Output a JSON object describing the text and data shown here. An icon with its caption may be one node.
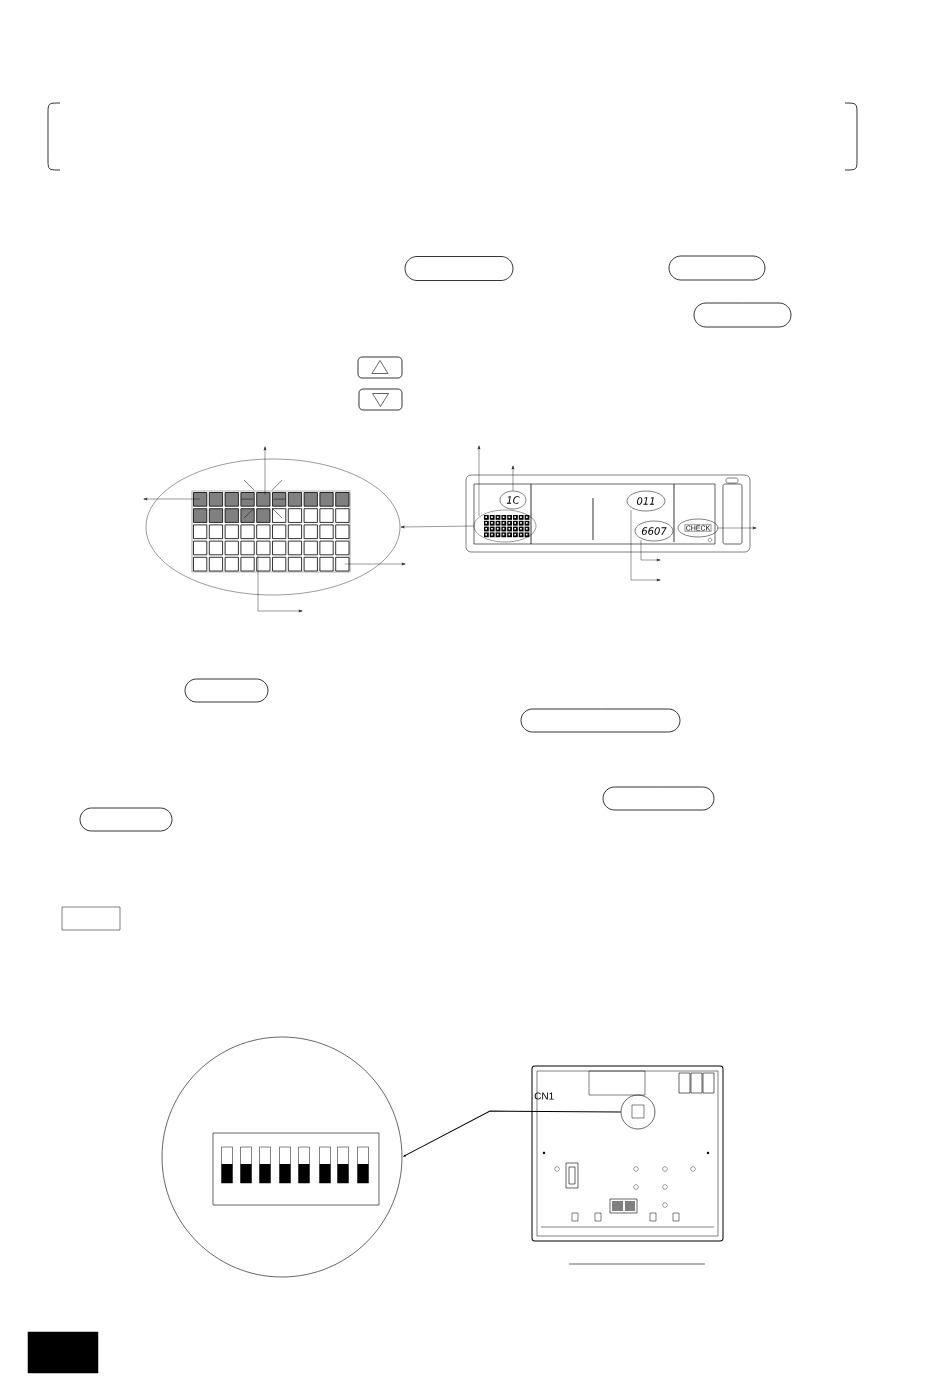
{
  "diagram": {
    "nodes": [
      {
        "text": [],
        "shape": "pill"
      },
      {
        "text": [],
        "shape": "pill"
      },
      {
        "text": [],
        "shape": "pill"
      },
      {
        "text": [],
        "shape": "button"
      },
      {
        "text": [],
        "shape": "button"
      },
      {
        "text": [],
        "shape": "ellipse"
      },
      {
        "text": [],
        "shape": "box"
      },
      {
        "text": [
          "1C"
        ],
        "in": 6
      },
      {
        "text": [],
        "shape": "ellipse",
        "in": 6
      },
      {
        "text": [
          "011"
        ],
        "in": 6
      },
      {
        "text": [
          "6607"
        ],
        "in": 6
      },
      {
        "text": [
          "CHECK"
        ],
        "in": 6
      },
      {
        "text": [],
        "shape": "pill"
      },
      {
        "text": [],
        "shape": "pill"
      },
      {
        "text": [],
        "shape": "pill"
      },
      {
        "text": [],
        "shape": "pill"
      },
      {
        "text": [],
        "shape": "box"
      },
      {
        "text": [],
        "shape": "circle"
      },
      {
        "text": [],
        "shape": "picture"
      },
      {
        "text": [],
        "shape": "circle",
        "in": 18
      },
      {
        "text": [],
        "shape": "box"
      }
    ],
    "edges": [
      {
        "from": 8,
        "to": 5,
        "arrow": "to"
      },
      {
        "from": 5,
        "to": null,
        "arrow": "to"
      },
      {
        "from": 5,
        "to": null,
        "arrow": "to"
      },
      {
        "from": 5,
        "to": null,
        "arrow": "to"
      },
      {
        "from": 5,
        "to": null,
        "arrow": "to"
      },
      {
        "from": 8,
        "to": null,
        "arrow": "to"
      },
      {
        "from": 7,
        "to": null,
        "arrow": "to"
      },
      {
        "from": 9,
        "to": null,
        "arrow": "to"
      },
      {
        "from": 10,
        "to": null,
        "arrow": "to"
      },
      {
        "from": 11,
        "to": null,
        "arrow": "to"
      },
      {
        "from": 19,
        "to": 17,
        "arrow": "to"
      }
    ],
    "labels": [
      "CN1"
    ]
  }
}
